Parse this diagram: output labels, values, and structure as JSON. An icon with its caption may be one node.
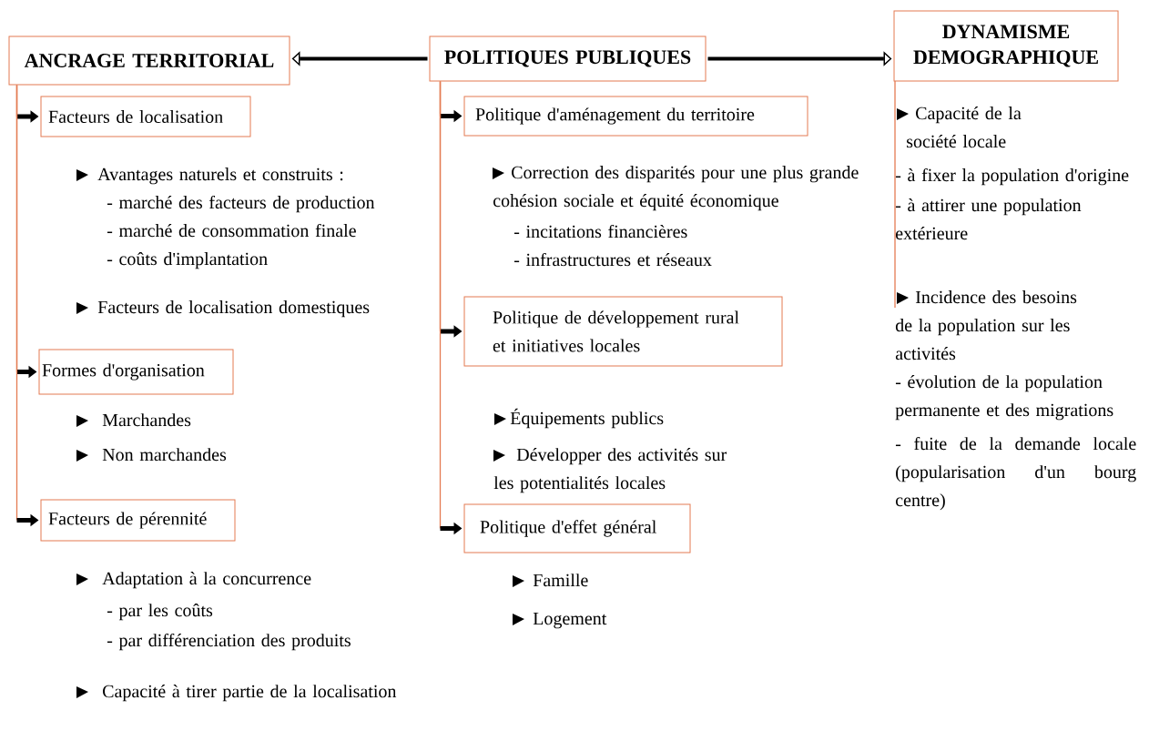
{
  "diagram": {
    "nodes": [
      {
        "text": [
          "ANCRAGE TERRITORIAL"
        ]
      },
      {
        "text": [
          "POLITIQUES PUBLIQUES"
        ]
      },
      {
        "text": [
          "DYNAMISME DEMOGRAPHIQUE"
        ]
      },
      {
        "text": [
          "Facteurs de localisation"
        ]
      },
      {
        "text": [
          "Formes d'organisation"
        ]
      },
      {
        "text": [
          "Facteurs de pérennité"
        ]
      },
      {
        "text": [
          "Politique d'aménagement du territoire"
        ]
      },
      {
        "text": [
          "Politique de développement rural et initiatives locales"
        ]
      },
      {
        "text": [
          "Politique d'effet général"
        ]
      }
    ],
    "edges": [
      {
        "from": 1,
        "to": 0,
        "arrow": "to",
        "style": "thick",
        "color": "#000000"
      },
      {
        "from": 1,
        "to": 2,
        "arrow": "to",
        "style": "thick",
        "color": "#000000"
      },
      {
        "from": 0,
        "to": 3,
        "arrow": "to"
      },
      {
        "from": 0,
        "to": 4,
        "arrow": "to"
      },
      {
        "from": 0,
        "to": 5,
        "arrow": "to"
      },
      {
        "from": 1,
        "to": 6,
        "arrow": "to"
      },
      {
        "from": 1,
        "to": 7,
        "arrow": "to"
      },
      {
        "from": 1,
        "to": 8,
        "arrow": "to"
      }
    ],
    "labels": [
      "Avantages naturels et construits :",
      "- marché des facteurs de production",
      "- marché de consommation finale",
      "- coûts d'implantation",
      "Facteurs de localisation domestiques",
      "Marchandes",
      "Non marchandes",
      "Adaptation à la concurrence",
      "- par les coûts",
      "- par différenciation des produits",
      "Capacité à tirer partie de la localisation",
      "Correction des disparités pour une plus grande cohésion sociale et équité économique",
      "- incitations financières",
      "- infrastructures et réseaux",
      "Équipements publics",
      "Développer des activités sur les potentialités locales",
      "Famille",
      "Logement",
      "Capacité de la société locale",
      "- à fixer la population d'origine",
      "- à attirer une population extérieure",
      "Incidence des besoins de la population sur les activités",
      "- évolution de la population permanente et des migrations",
      "- fuite de la demande locale (popularisation d'un bourg centre)"
    ]
  }
}
